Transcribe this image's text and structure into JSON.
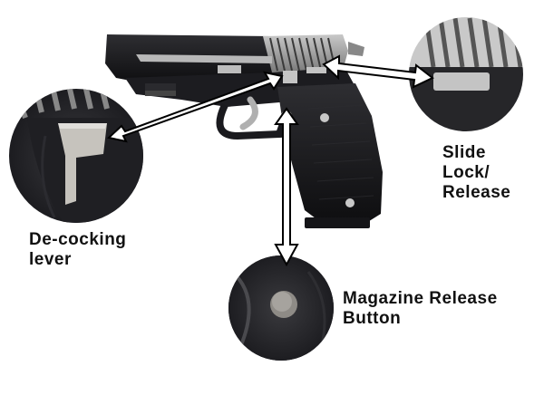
{
  "labels": {
    "decocking_line1": "De-cocking",
    "decocking_line2": "lever",
    "slide_line1": "Slide",
    "slide_line2": "Lock/",
    "slide_line3": "Release",
    "magazine_line1": "Magazine Release",
    "magazine_line2": "Button"
  },
  "colors": {
    "background": "#ffffff",
    "pistol_black": "#1a1a1c",
    "slide_silver": "#9a9a9a",
    "arrow_fill": "#ffffff",
    "arrow_stroke": "#000000"
  }
}
